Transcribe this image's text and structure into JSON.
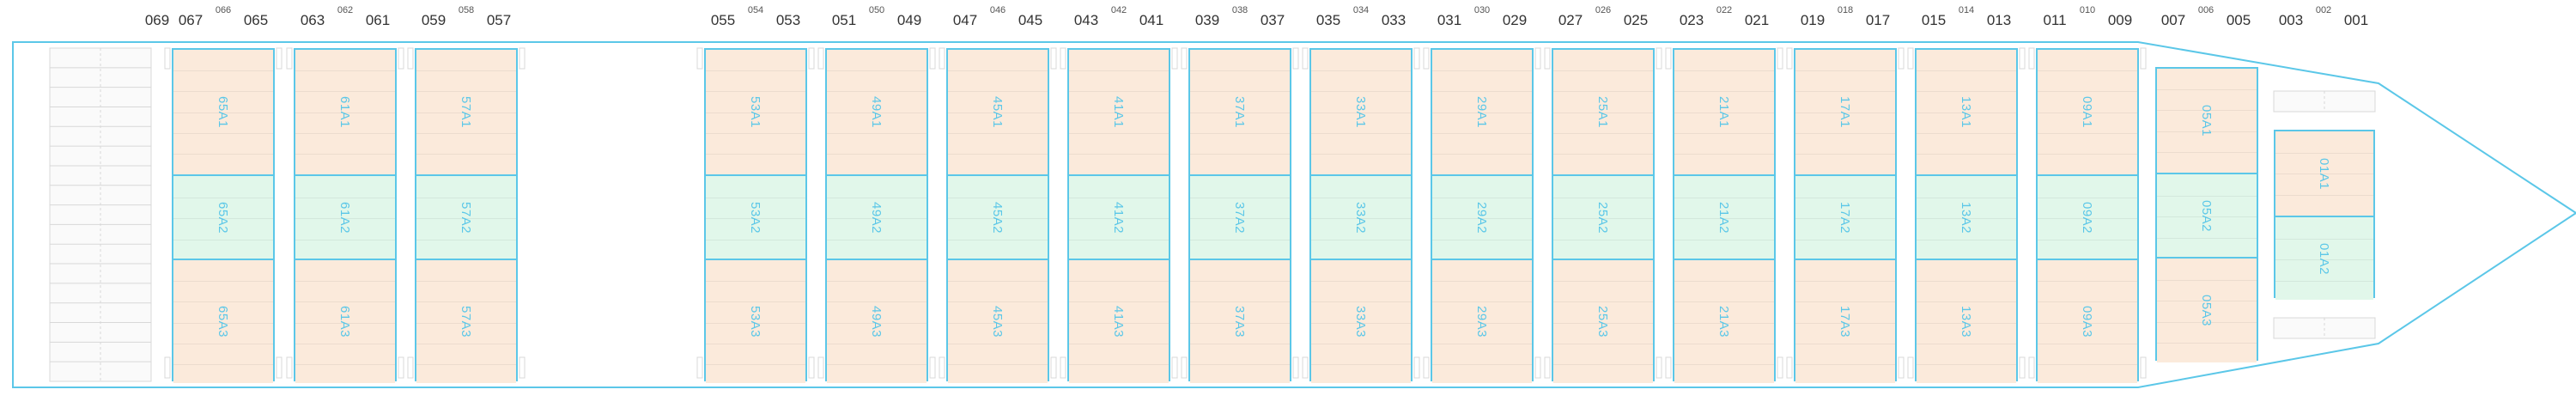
{
  "colors": {
    "outline": "#5bc7e8",
    "a1_fill": "#fbeadb",
    "a2_fill": "#e1f7ea",
    "a3_fill": "#fbeadb",
    "empty_slot_border": "#d8d8d8"
  },
  "bay_numbers": [
    {
      "id": "b069",
      "left": "",
      "mid": "",
      "right": "069"
    },
    {
      "id": "b065",
      "left": "067",
      "mid": "066",
      "right": "065"
    },
    {
      "id": "b061",
      "left": "063",
      "mid": "062",
      "right": "061"
    },
    {
      "id": "b057",
      "left": "059",
      "mid": "058",
      "right": "057"
    },
    {
      "id": "b053",
      "left": "055",
      "mid": "054",
      "right": "053"
    },
    {
      "id": "b049",
      "left": "051",
      "mid": "050",
      "right": "049"
    },
    {
      "id": "b045",
      "left": "047",
      "mid": "046",
      "right": "045"
    },
    {
      "id": "b041",
      "left": "043",
      "mid": "042",
      "right": "041"
    },
    {
      "id": "b037",
      "left": "039",
      "mid": "038",
      "right": "037"
    },
    {
      "id": "b033",
      "left": "035",
      "mid": "034",
      "right": "033"
    },
    {
      "id": "b029",
      "left": "031",
      "mid": "030",
      "right": "029"
    },
    {
      "id": "b025",
      "left": "027",
      "mid": "026",
      "right": "025"
    },
    {
      "id": "b021",
      "left": "023",
      "mid": "022",
      "right": "021"
    },
    {
      "id": "b017",
      "left": "019",
      "mid": "018",
      "right": "017"
    },
    {
      "id": "b013",
      "left": "015",
      "mid": "014",
      "right": "013"
    },
    {
      "id": "b009",
      "left": "011",
      "mid": "010",
      "right": "009"
    },
    {
      "id": "b005",
      "left": "007",
      "mid": "006",
      "right": "005"
    },
    {
      "id": "b001",
      "left": "003",
      "mid": "002",
      "right": "001"
    }
  ],
  "bays": [
    {
      "id": "65",
      "sections": [
        "65A1",
        "65A2",
        "65A3"
      ]
    },
    {
      "id": "61",
      "sections": [
        "61A1",
        "61A2",
        "61A3"
      ]
    },
    {
      "id": "57",
      "sections": [
        "57A1",
        "57A2",
        "57A3"
      ]
    },
    {
      "id": "53",
      "sections": [
        "53A1",
        "53A2",
        "53A3"
      ]
    },
    {
      "id": "49",
      "sections": [
        "49A1",
        "49A2",
        "49A3"
      ]
    },
    {
      "id": "45",
      "sections": [
        "45A1",
        "45A2",
        "45A3"
      ]
    },
    {
      "id": "41",
      "sections": [
        "41A1",
        "41A2",
        "41A3"
      ]
    },
    {
      "id": "37",
      "sections": [
        "37A1",
        "37A2",
        "37A3"
      ]
    },
    {
      "id": "33",
      "sections": [
        "33A1",
        "33A2",
        "33A3"
      ]
    },
    {
      "id": "29",
      "sections": [
        "29A1",
        "29A2",
        "29A3"
      ]
    },
    {
      "id": "25",
      "sections": [
        "25A1",
        "25A2",
        "25A3"
      ]
    },
    {
      "id": "21",
      "sections": [
        "21A1",
        "21A2",
        "21A3"
      ]
    },
    {
      "id": "17",
      "sections": [
        "17A1",
        "17A2",
        "17A3"
      ]
    },
    {
      "id": "13",
      "sections": [
        "13A1",
        "13A2",
        "13A3"
      ]
    },
    {
      "id": "09",
      "sections": [
        "09A1",
        "09A2",
        "09A3"
      ]
    },
    {
      "id": "05",
      "sections": [
        "05A1",
        "05A2",
        "05A3"
      ]
    },
    {
      "id": "01",
      "sections": [
        "01A1",
        "01A2"
      ]
    }
  ]
}
